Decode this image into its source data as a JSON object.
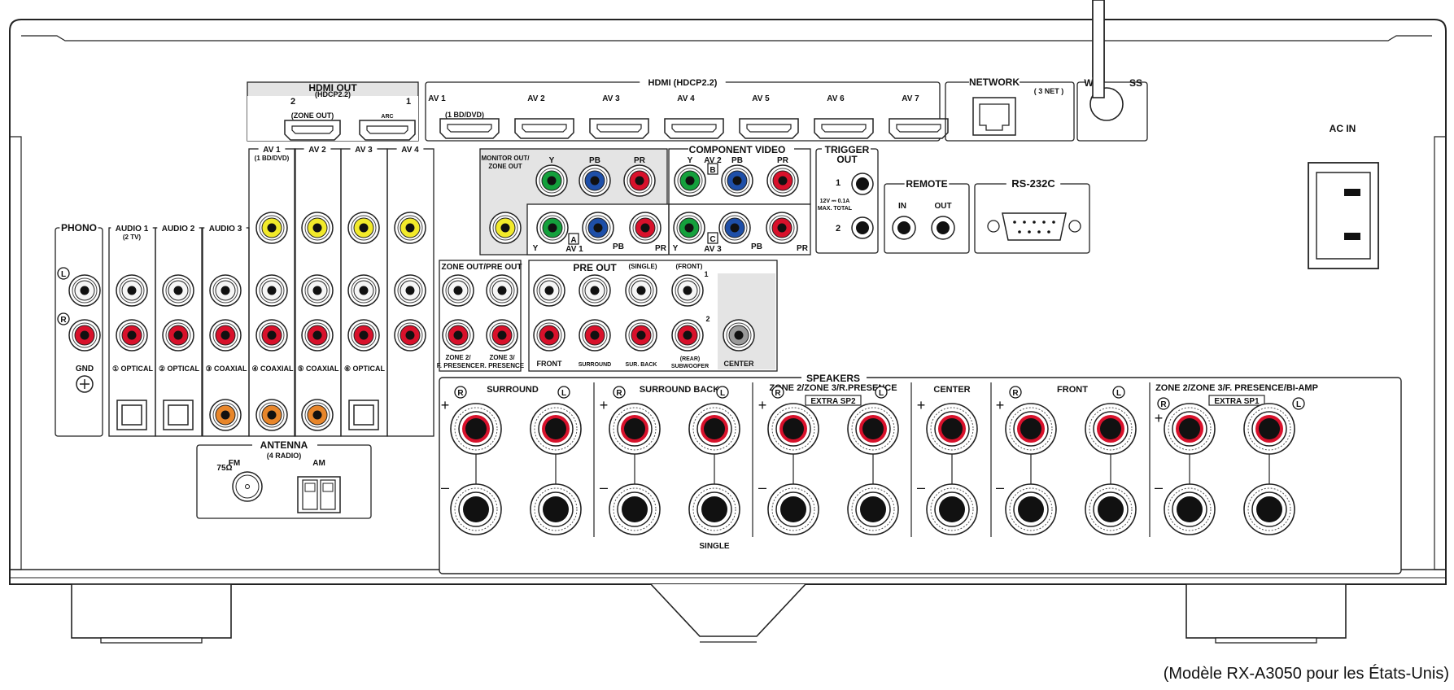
{
  "colors": {
    "panel": "#ffffff",
    "outline": "#222222",
    "shade": "#e4e4e4",
    "yellow": "#f2ea2a",
    "red": "#d8112b",
    "green": "#14a03c",
    "blue": "#1e4fa8",
    "orange": "#e8862a",
    "white_jack": "#f6f6f6",
    "gray_jack": "#9a9a9a",
    "speaker_ring": "#d8112b"
  },
  "hdmi_out": {
    "title": "HDMI OUT",
    "subtitle": "(HDCP2.2)",
    "ports": [
      {
        "num": "2",
        "label": "(ZONE OUT)"
      },
      {
        "num": "1",
        "label": "ARC"
      }
    ]
  },
  "hdmi_in": {
    "title": "HDMI",
    "subtitle": "(HDCP2.2)",
    "ports": [
      {
        "label": "AV 1",
        "sub": "(1 BD/DVD)"
      },
      {
        "label": "AV 2",
        "sub": ""
      },
      {
        "label": "AV 3",
        "sub": ""
      },
      {
        "label": "AV 4",
        "sub": ""
      },
      {
        "label": "AV 5",
        "sub": ""
      },
      {
        "label": "AV 6",
        "sub": ""
      },
      {
        "label": "AV 7",
        "sub": ""
      }
    ]
  },
  "network": {
    "title": "NETWORK",
    "subtitle": "( 3 NET )"
  },
  "wireless": {
    "title": "WIRELESS",
    "visible_fragment": "W  SS"
  },
  "ac_in": {
    "title": "AC IN"
  },
  "component_video": {
    "title": "COMPONENT VIDEO",
    "monitor_out": "MONITOR OUT/\nZONE OUT",
    "groups": [
      {
        "name": "B",
        "av": "AV 2"
      },
      {
        "name": "A",
        "av": "AV 1"
      },
      {
        "name": "C",
        "av": "AV 3"
      }
    ],
    "y": "Y",
    "pb": "PB",
    "pr": "PR"
  },
  "trigger_out": {
    "title": "TRIGGER",
    "title2": "OUT",
    "ports": [
      "1",
      "2"
    ],
    "spec": "12V ⎓ 0.1A",
    "spec2": "MAX. TOTAL"
  },
  "remote": {
    "title": "REMOTE",
    "in": "IN",
    "out": "OUT"
  },
  "rs232c": {
    "title": "RS-232C"
  },
  "phono": {
    "title": "PHONO",
    "l": "L",
    "r": "R",
    "gnd": "GND"
  },
  "audio_columns": [
    {
      "title": "AUDIO 1",
      "sub": "(2 TV)",
      "digital": "① OPTICAL",
      "type": "optical"
    },
    {
      "title": "AUDIO 2",
      "sub": "",
      "digital": "② OPTICAL",
      "type": "optical"
    },
    {
      "title": "AUDIO 3",
      "sub": "",
      "digital": "③ COAXIAL",
      "type": "coaxial"
    }
  ],
  "av_columns": [
    {
      "title": "AV 1",
      "sub": "(1 BD/DVD)",
      "digital": "④ COAXIAL",
      "type": "coaxial"
    },
    {
      "title": "AV 2",
      "sub": "",
      "digital": "⑤ COAXIAL",
      "type": "coaxial"
    },
    {
      "title": "AV 3",
      "sub": "",
      "digital": "⑥ OPTICAL",
      "type": "optical"
    },
    {
      "title": "AV 4",
      "sub": "",
      "digital": "",
      "type": "none"
    }
  ],
  "antenna": {
    "title": "ANTENNA",
    "subtitle": "(4 RADIO)",
    "fm": "FM",
    "ohm": "75Ω",
    "am": "AM"
  },
  "zone_out": {
    "title": "ZONE OUT/PRE OUT",
    "zone2": "ZONE 2/\nF. PRESENCE",
    "zone3": "ZONE 3/\nR. PRESENCE"
  },
  "pre_out": {
    "title": "PRE OUT",
    "single": "(SINGLE)",
    "front_tag": "(FRONT)",
    "labels": [
      "FRONT",
      "SURROUND",
      "SUR. BACK",
      "(REAR)\nSUBWOOFER",
      "CENTER"
    ],
    "sub_nums": [
      "1",
      "2"
    ]
  },
  "speakers": {
    "title": "SPEAKERS",
    "groups": [
      {
        "title": "SURROUND",
        "extra": ""
      },
      {
        "title": "SURROUND BACK",
        "extra": ""
      },
      {
        "title": "ZONE 2/ZONE 3/R.PRESENCE",
        "extra": "EXTRA SP2"
      },
      {
        "title": "CENTER",
        "extra": ""
      },
      {
        "title": "FRONT",
        "extra": ""
      },
      {
        "title": "ZONE 2/ZONE 3/F. PRESENCE/BI-AMP",
        "extra": "EXTRA SP1"
      }
    ],
    "single_label": "SINGLE",
    "plus": "+",
    "minus": "–",
    "r": "R",
    "l": "L"
  },
  "caption": "(Modèle RX-A3050 pour les États-Unis)"
}
